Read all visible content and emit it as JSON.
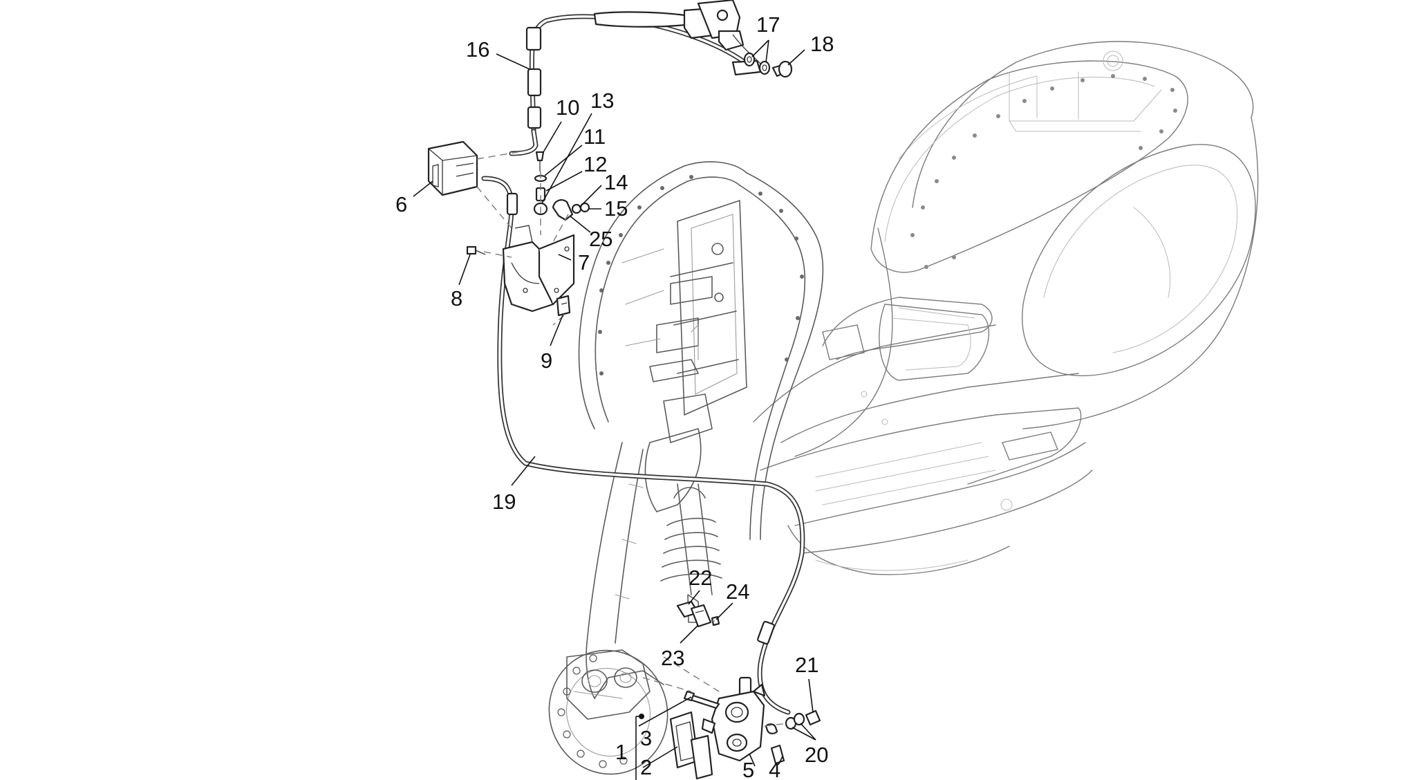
{
  "callouts": [
    "1",
    "2",
    "3",
    "4",
    "5",
    "6",
    "7",
    "8",
    "9",
    "10",
    "11",
    "12",
    "13",
    "14",
    "15",
    "16",
    "17",
    "18",
    "19",
    "20",
    "21",
    "22",
    "23",
    "24",
    "25"
  ],
  "colors": {
    "line": "#111111",
    "background": "#ffffff",
    "body": "#7a7a7a"
  }
}
